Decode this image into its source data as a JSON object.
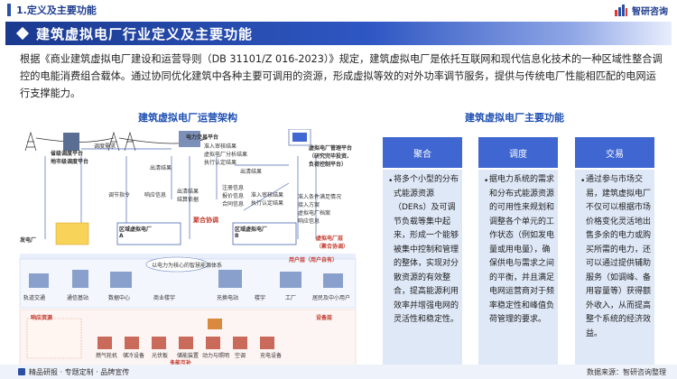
{
  "header": {
    "section_title": "1.定义及主要功能",
    "logo_text": "智研咨询"
  },
  "banner": {
    "title": "建筑虚拟电厂行业定义及主要功能"
  },
  "intro": {
    "text": "根据《商业建筑虚拟电厂建设和运营导则（DB 31101/Z 016-2023）》规定，建筑虚拟电厂是依托互联网和现代信息化技术的一种区域性整合调控的电能消费组合载体。通过协同优化建筑中各种主要可调用的资源，形成虚拟等效的对外功率调节服务，提供与传统电厂性能相匹配的电网运行支撑能力。"
  },
  "diagram": {
    "title": "建筑虚拟电厂运营架构",
    "labels": {
      "provincial": "省级调度平台\n地市级调度平台",
      "dispatch_demand": "调度需求",
      "power_trade_platform": "电力交易平台",
      "trade_notes": "准入审核结果\n虚拟电厂分析结果\n执行认定结果",
      "vpp_platform": "虚拟电厂管理平台\n（研究完毕投资、\n负荷控制平台）",
      "output_status": "出清结果",
      "dispatch_instr": "调节指令",
      "response_info": "响应信息",
      "output_results": "出清结果\n结算依据",
      "register_info": "注册信息\n报价信息\n合同信息",
      "access_notes": "准入审核结果\n执行认定结果",
      "access_req": "准入条件满足情况\n接入方案\n虚拟电厂档案\n响应信息",
      "aggregation_coord": "聚合协调",
      "vpp_a": "区域虚拟电厂\nA",
      "vpp_b": "区域虚拟电厂\nB",
      "vpp_layer": "虚拟电厂层\n（聚合协调）",
      "user_layer": "用户层（用户自有）",
      "cloud_platform": "以电力为核心的智慧能源体系",
      "power_gen": "发电厂",
      "user_items": [
        "轨道交通",
        "通信基站",
        "数据中心",
        "楼宇",
        "工厂",
        "居民及中小用户"
      ],
      "device_layer": "设备层",
      "load_resp": "响应资源",
      "equip_items": [
        "燃气轮机",
        "储冷设备",
        "光伏板",
        "储能装置",
        "动力与照明",
        "空调",
        "充电设备"
      ],
      "multi_interconn": "多能互补",
      "commercial": "商业楼宇",
      "interconnect": "充换电站"
    }
  },
  "functions": {
    "title": "建筑虚拟电厂主要功能",
    "columns": [
      {
        "heading": "聚合",
        "text": "将多个小型的分布式能源资源（DERs）及可调节负载等集中起来，形成一个能够被集中控制和管理的整体，实现对分散资源的有效整合，提高能源利用效率并增强电网的灵活性和稳定性。"
      },
      {
        "heading": "调度",
        "text": "据电力系统的需求和分布式能源资源的可用性来规划和调整各个单元的工作状态（例如发电量或用电量），确保供电与需求之间的平衡，并且满足电网运营商对于频率稳定性和峰值负荷管理的要求。"
      },
      {
        "heading": "交易",
        "text": "通过参与市场交易，建筑虚拟电厂不仅可以根据市场价格变化灵活地出售多余的电力或购买所需的电力，还可以通过提供辅助服务（如调峰、备用容量等）获得额外收入，从而提高整个系统的经济效益。"
      }
    ]
  },
  "footer": {
    "left": "精品研报 · 专题定制 · 品牌宣传",
    "right": "数据来源：智研咨询整理"
  },
  "colors": {
    "accent": "#2d4fa3",
    "column_head": "#3f66d1",
    "column_body": "#dfe8f7"
  }
}
